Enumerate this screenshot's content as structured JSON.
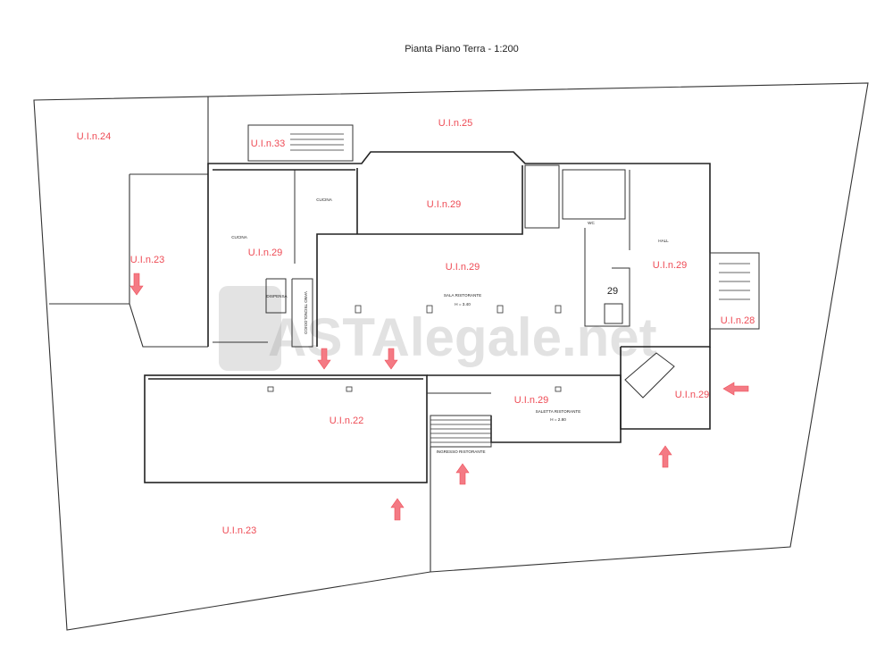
{
  "title": "Pianta Piano Terra  - 1:200",
  "watermark": "ASTAlegale.net",
  "units": {
    "u24": "U.I.n.24",
    "u25": "U.I.n.25",
    "u33": "U.I.n.33",
    "u23_top": "U.I.n.23",
    "u23_bottom": "U.I.n.23",
    "u22": "U.I.n.22",
    "u28": "U.I.n.28",
    "u29_kitchen": "U.I.n.29",
    "u29_north": "U.I.n.29",
    "u29_sala": "U.I.n.29",
    "u29_hall": "U.I.n.29",
    "u29_saletta": "U.I.n.29",
    "u29_entry": "U.I.n.29",
    "u29_small": "29"
  },
  "rooms": {
    "cucina_1": "CUCINA",
    "cucina_2": "CUCINA",
    "dispensa": "DISPENSA",
    "vano_tecnologico": "VANO TECNOLOGICO",
    "sala": "SALA RISTORANTE",
    "sala_h": "H = 3.40",
    "wc": "WC",
    "hall": "HALL",
    "saletta": "SALETTA RISTORANTE",
    "saletta_h": "H = 2.80",
    "ingresso": "INGRESSO RISTORANTE"
  },
  "colors": {
    "unit_label": "#ee4b55",
    "arrow": "#f47a84"
  }
}
